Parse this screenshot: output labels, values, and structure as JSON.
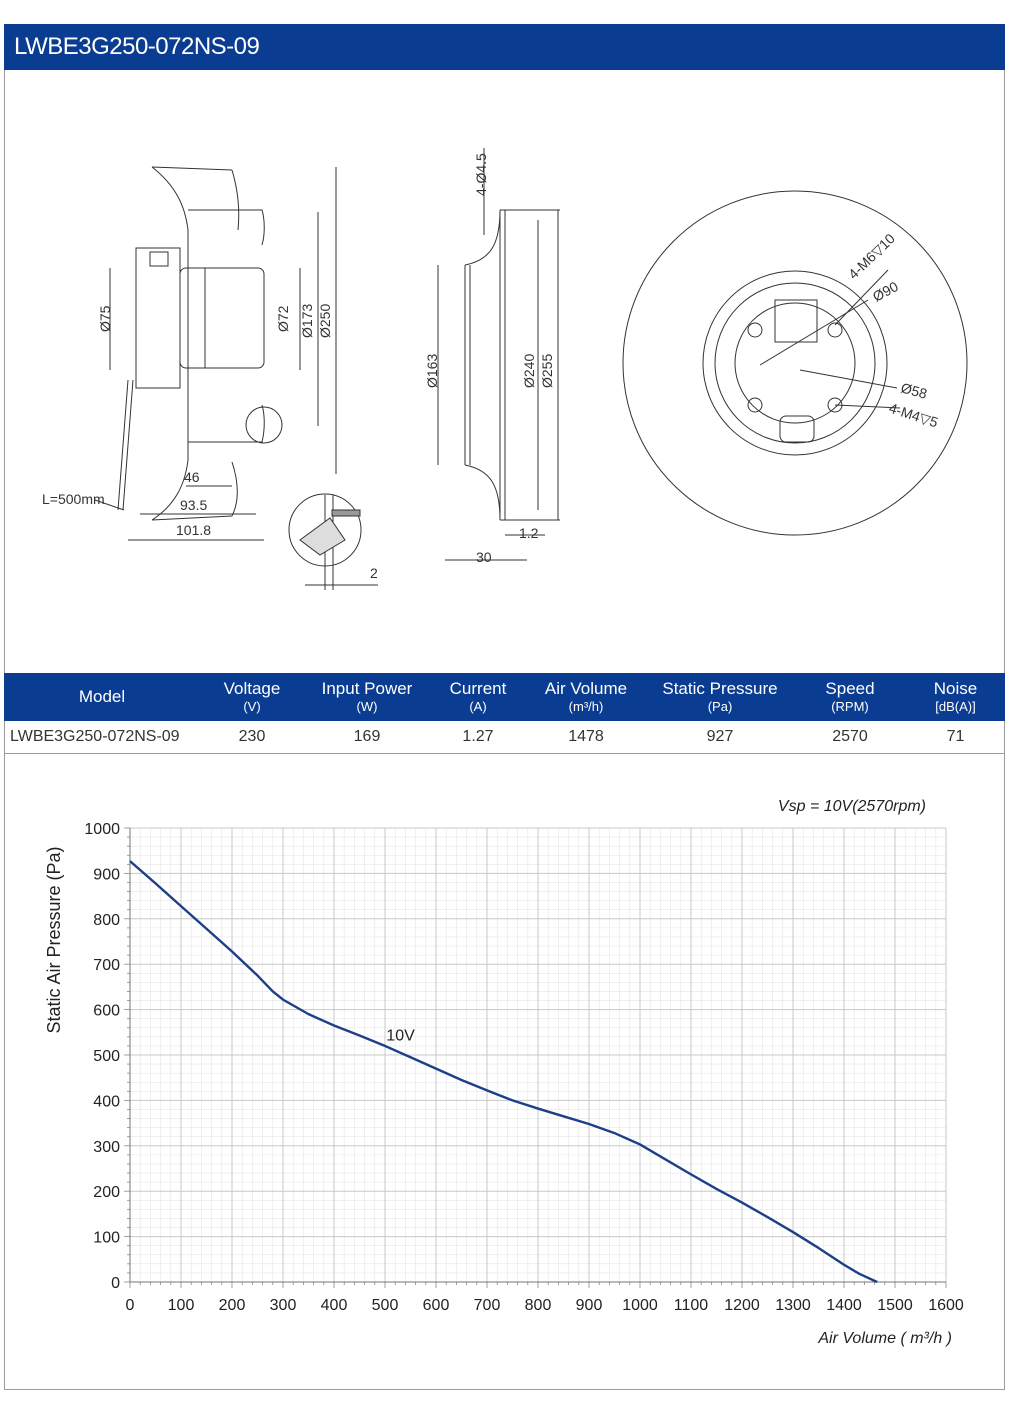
{
  "header": {
    "title": "LWBE3G250-072NS-09"
  },
  "drawing": {
    "left_labels": {
      "d75": "Ø75",
      "d72": "Ø72",
      "d173": "Ø173",
      "d250": "Ø250",
      "cable": "L=500mm",
      "w46": "46",
      "w935": "93.5",
      "w1018": "101.8",
      "t2": "2"
    },
    "middle_labels": {
      "holes": "4-Ø4.5",
      "d163": "Ø163",
      "d240": "Ø240",
      "d255": "Ø255",
      "t12": "1.2",
      "w30": "30"
    },
    "right_labels": {
      "m6": "4-M6▽10",
      "d90": "Ø90",
      "d58": "Ø58",
      "m4": "4-M4▽5"
    }
  },
  "specs": {
    "columns": [
      {
        "label": "Model",
        "unit": ""
      },
      {
        "label": "Voltage",
        "unit": "(V)"
      },
      {
        "label": "Input Power",
        "unit": "(W)"
      },
      {
        "label": "Current",
        "unit": "(A)"
      },
      {
        "label": "Air Volume",
        "unit": "(m³/h)"
      },
      {
        "label": "Static Pressure",
        "unit": "(Pa)"
      },
      {
        "label": "Speed",
        "unit": "(RPM)"
      },
      {
        "label": "Noise",
        "unit": "[dB(A)]"
      }
    ],
    "row": [
      "LWBE3G250-072NS-09",
      "230",
      "169",
      "1.27",
      "1478",
      "927",
      "2570",
      "71"
    ]
  },
  "chart_data": {
    "type": "line",
    "title": "",
    "annotation": "Vsp = 10V(2570rpm)",
    "xlabel": "Air Volume ( m³/h )",
    "ylabel": "Static Air Pressure  (Pa)",
    "xlim": [
      0,
      1600
    ],
    "ylim": [
      0,
      1000
    ],
    "xticks": [
      0,
      100,
      200,
      300,
      400,
      500,
      600,
      700,
      800,
      900,
      1000,
      1100,
      1200,
      1300,
      1400,
      1500,
      1600
    ],
    "yticks": [
      0,
      100,
      200,
      300,
      400,
      500,
      600,
      700,
      800,
      900,
      1000
    ],
    "grid": true,
    "series": [
      {
        "name": "10V",
        "color": "#1c3f87",
        "label_at": [
          530,
          545
        ],
        "x": [
          0,
          50,
          100,
          150,
          200,
          250,
          280,
          300,
          350,
          400,
          450,
          500,
          550,
          600,
          650,
          700,
          750,
          800,
          850,
          900,
          950,
          1000,
          1050,
          1100,
          1150,
          1200,
          1250,
          1300,
          1350,
          1400,
          1430,
          1465
        ],
        "y": [
          927,
          878,
          828,
          778,
          728,
          675,
          640,
          622,
          590,
          565,
          543,
          520,
          495,
          470,
          445,
          422,
          400,
          382,
          365,
          348,
          328,
          303,
          270,
          237,
          205,
          175,
          143,
          110,
          75,
          38,
          18,
          0
        ]
      }
    ]
  }
}
